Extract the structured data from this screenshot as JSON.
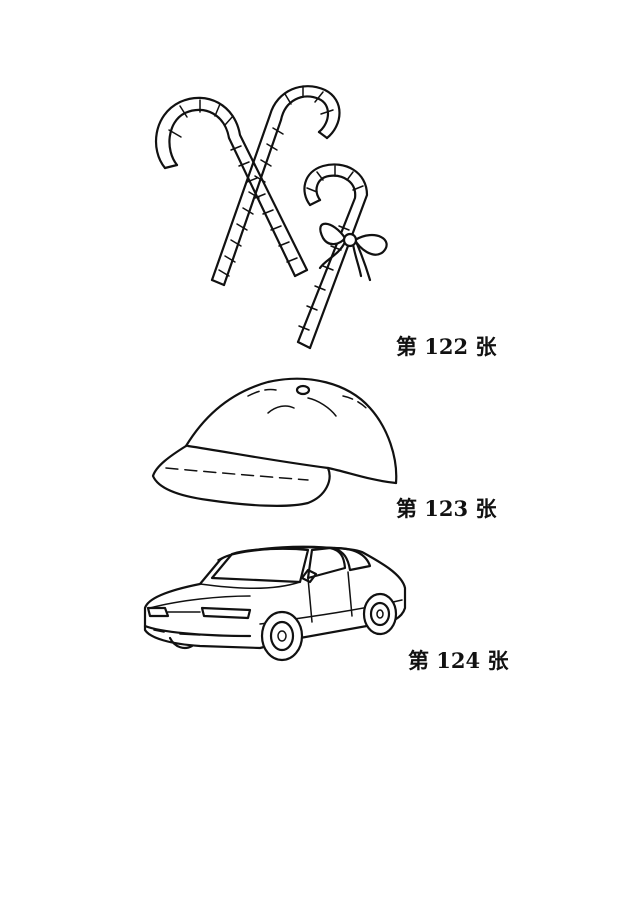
{
  "pictures": [
    {
      "subject": "candy-canes",
      "caption": "第 122 张"
    },
    {
      "subject": "baseball-cap",
      "caption": "第 123 张"
    },
    {
      "subject": "sedan-car",
      "caption": "第 124 张"
    }
  ],
  "colors": {
    "ink": "#111111",
    "paper": "#ffffff"
  }
}
